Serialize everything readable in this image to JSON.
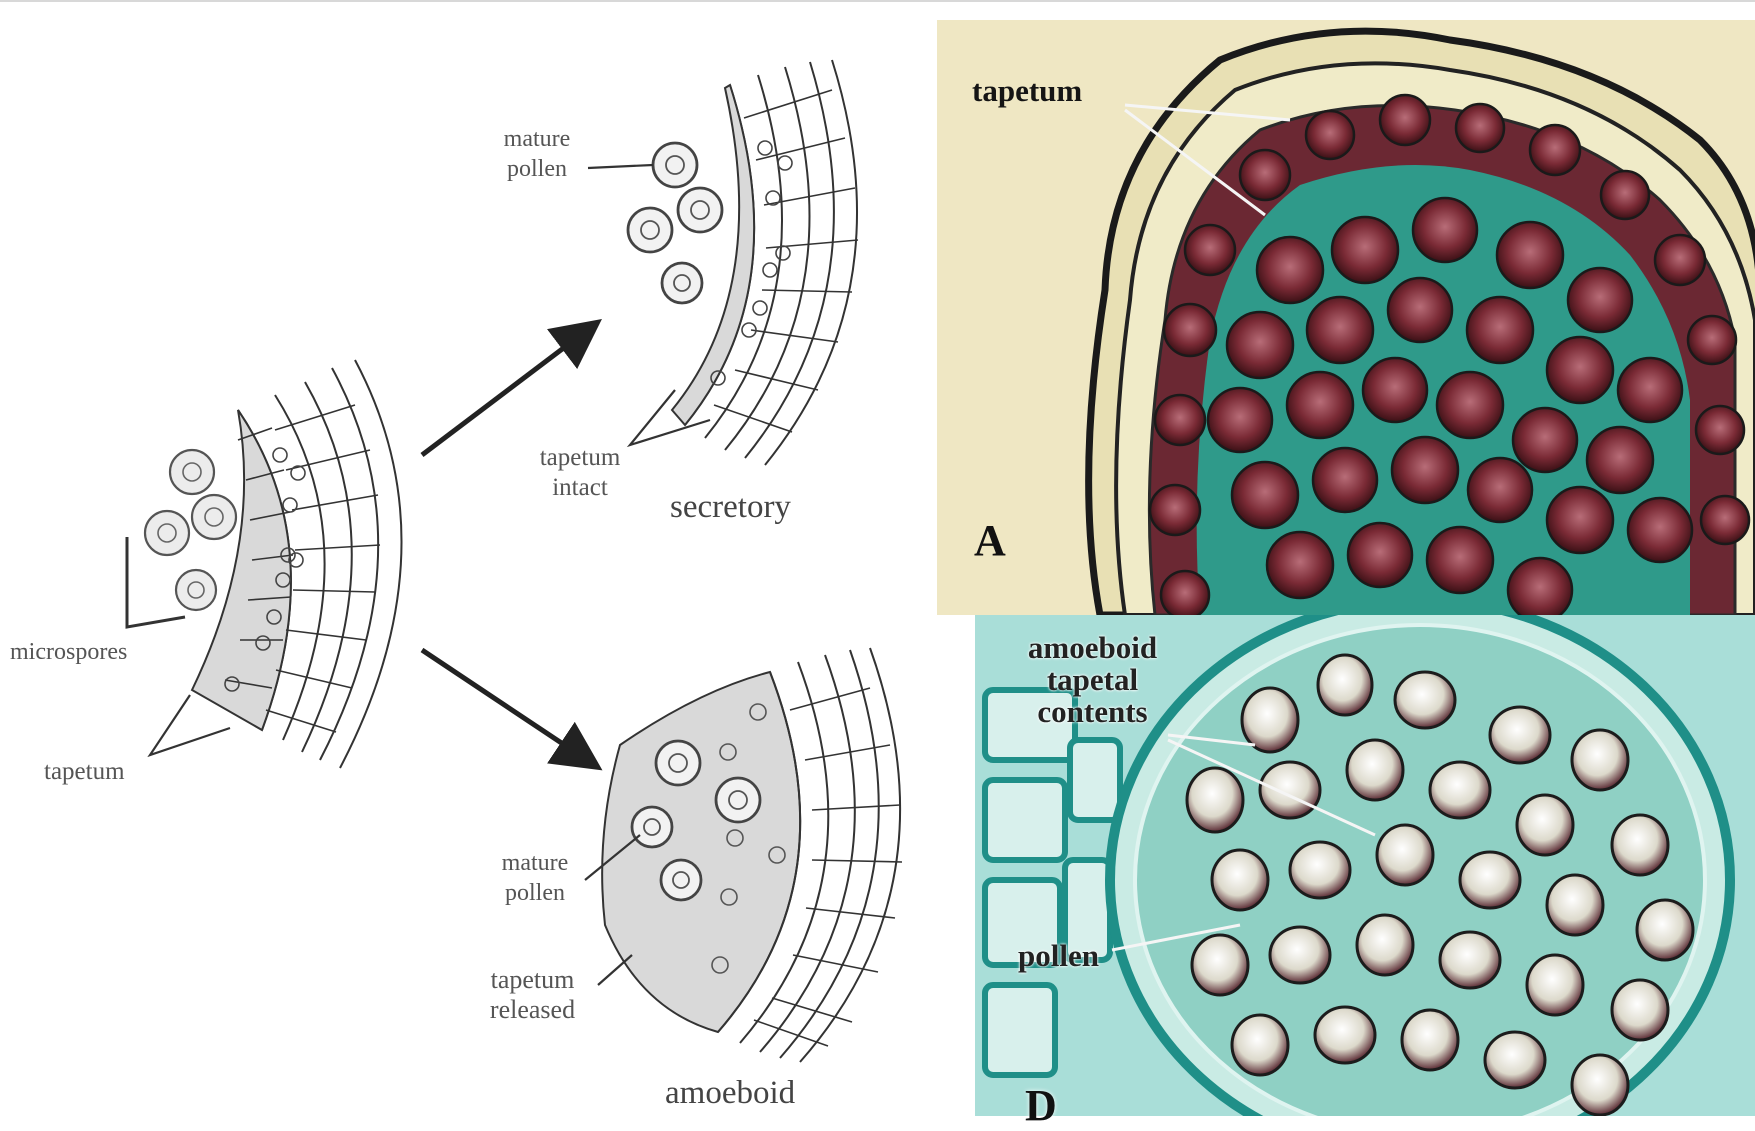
{
  "diagram": {
    "left_labels": {
      "microspores": "microspores",
      "tapetum": "tapetum",
      "mature_pollen_top": [
        "mature",
        "pollen"
      ],
      "tapetum_intact": [
        "tapetum",
        "intact"
      ],
      "secretory": "secretory",
      "mature_pollen_bottom": [
        "mature",
        "pollen"
      ],
      "tapetum_released": [
        "tapetum",
        "released"
      ],
      "amoeboid": "amoeboid"
    },
    "micrographs": {
      "top": {
        "label": "tapetum",
        "panel_letter": "A"
      },
      "bottom": {
        "label_lines": [
          "amoeboid",
          "tapetal",
          "contents"
        ],
        "pollen_label": "pollen",
        "panel_letter": "D"
      }
    }
  },
  "colors": {
    "line": "#333333",
    "tapetum_fill": "#d9d9d9",
    "micrograph_top_bg": "#efe7c3",
    "micrograph_top_cell": "#7a2a35",
    "micrograph_top_stain": "#2f9a8a",
    "micrograph_bottom_bg": "#a9ded8",
    "micrograph_bottom_stain": "#1f8f88",
    "micrograph_bottom_cell": "#ece8dc"
  }
}
